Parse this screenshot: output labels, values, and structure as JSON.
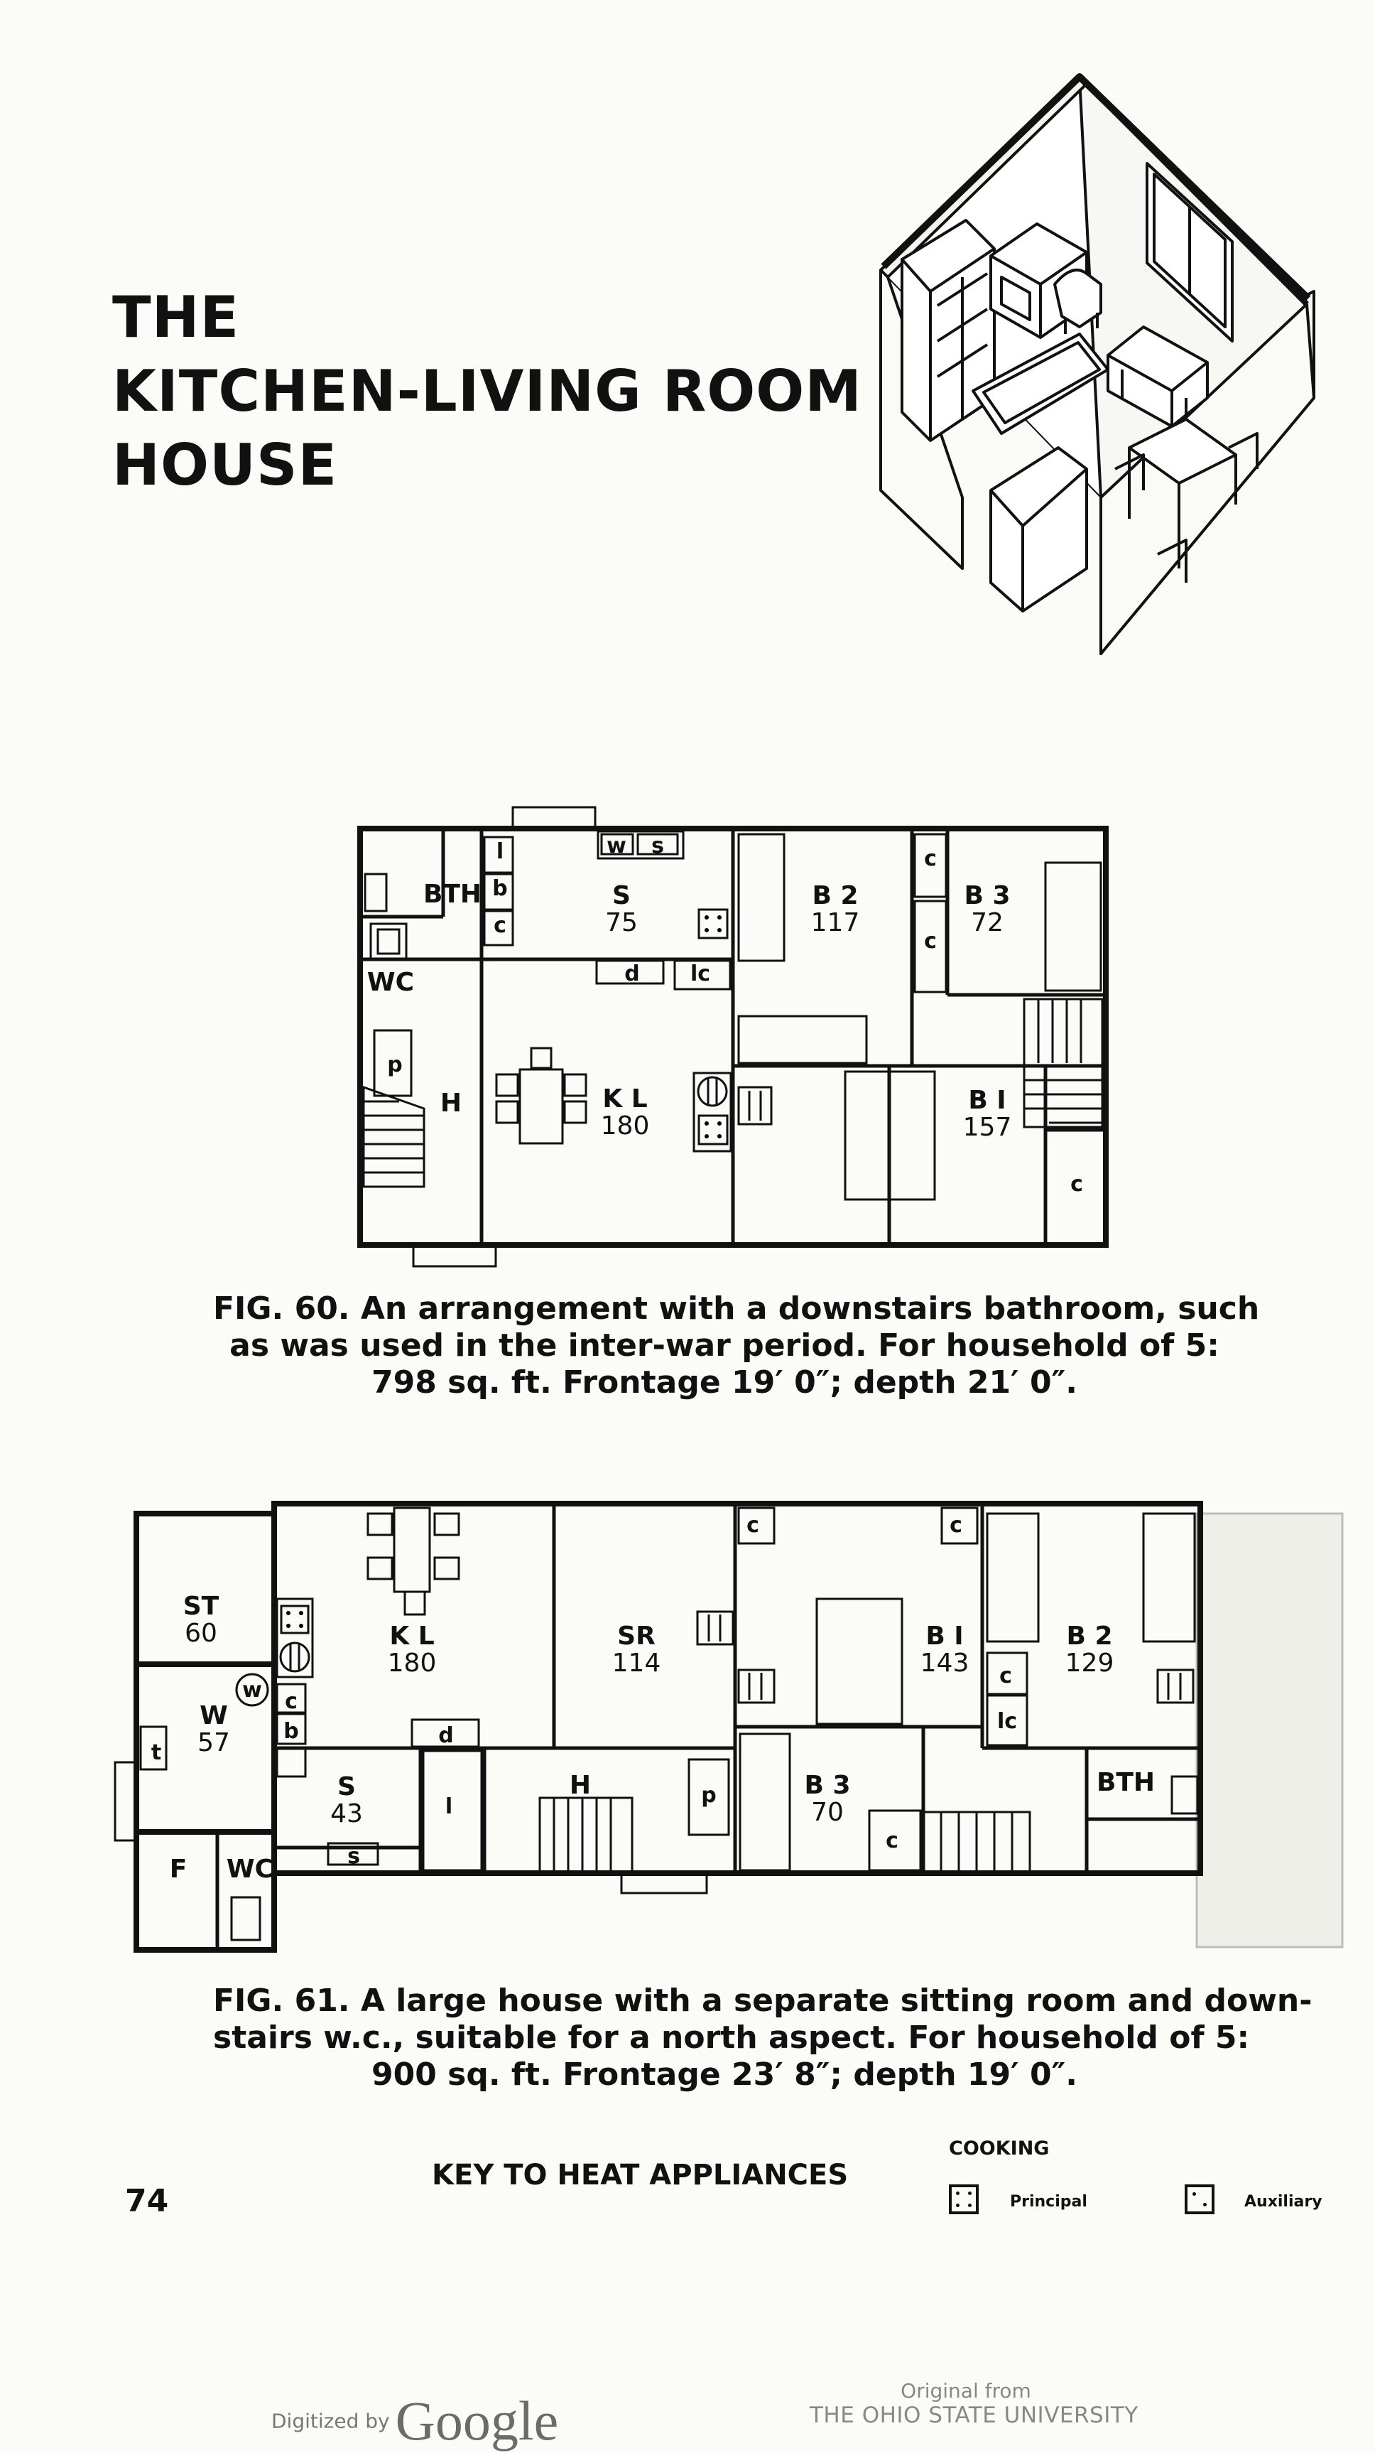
{
  "page_title_lines": [
    "THE",
    "KITCHEN-LIVING ROOM",
    "HOUSE"
  ],
  "fig60": {
    "caption_lines": [
      "FIG. 60.  An arrangement with a downstairs bathroom, such",
      "as was used in the inter-war period.  For household of 5:",
      "798 sq. ft.  Frontage 19′ 0″; depth 21′ 0″."
    ],
    "rooms": {
      "bth": {
        "name": "BTH"
      },
      "wc": {
        "name": "WC"
      },
      "scullery": {
        "name": "S",
        "area": "75"
      },
      "kitchen_living": {
        "name": "K L",
        "area": "180"
      },
      "hall": {
        "name": "H"
      },
      "bedroom2": {
        "name": "B 2",
        "area": "117"
      },
      "bedroom3": {
        "name": "B 3",
        "area": "72"
      },
      "bedroom1": {
        "name": "B I",
        "area": "157"
      }
    },
    "fittings": {
      "larder": "l",
      "boiler": "b",
      "cupboard": "c",
      "washer": "w",
      "sink": "s",
      "dresser": "d",
      "linen_cupboard": "lc",
      "pram": "p"
    }
  },
  "fig61": {
    "caption_lines": [
      "FIG. 61.  A large house with a separate sitting room and down-",
      "stairs w.c., suitable for a north aspect.  For household of 5:",
      "900 sq. ft.  Frontage 23′ 8″; depth 19′ 0″."
    ],
    "rooms": {
      "store": {
        "name": "ST",
        "area": "60"
      },
      "workroom": {
        "name": "W",
        "area": "57"
      },
      "kitchen_living": {
        "name": "K L",
        "area": "180"
      },
      "sitting_room": {
        "name": "SR",
        "area": "114"
      },
      "bedroom1": {
        "name": "B I",
        "area": "143"
      },
      "bedroom2": {
        "name": "B 2",
        "area": "129"
      },
      "scullery": {
        "name": "S",
        "area": "43"
      },
      "hall": {
        "name": "H"
      },
      "bedroom3": {
        "name": "B 3",
        "area": "70"
      },
      "bth": {
        "name": "BTH"
      },
      "fuel": {
        "name": "F"
      },
      "wc": {
        "name": "WC"
      }
    },
    "fittings": {
      "cupboard": "c",
      "boiler": "b",
      "dresser": "d",
      "larder": "l",
      "pram": "p",
      "sink": "s",
      "tub": "t",
      "washer": "w",
      "linen_cupboard": "lc"
    }
  },
  "key": {
    "title": "KEY TO HEAT APPLIANCES",
    "heading": "COOKING",
    "principal": "Principal",
    "auxiliary": "Auxiliary"
  },
  "page_number": "74",
  "footer": {
    "digitized_by": "Digitized by",
    "google": "Google",
    "original_from": "Original from",
    "university": "THE OHIO STATE UNIVERSITY"
  }
}
